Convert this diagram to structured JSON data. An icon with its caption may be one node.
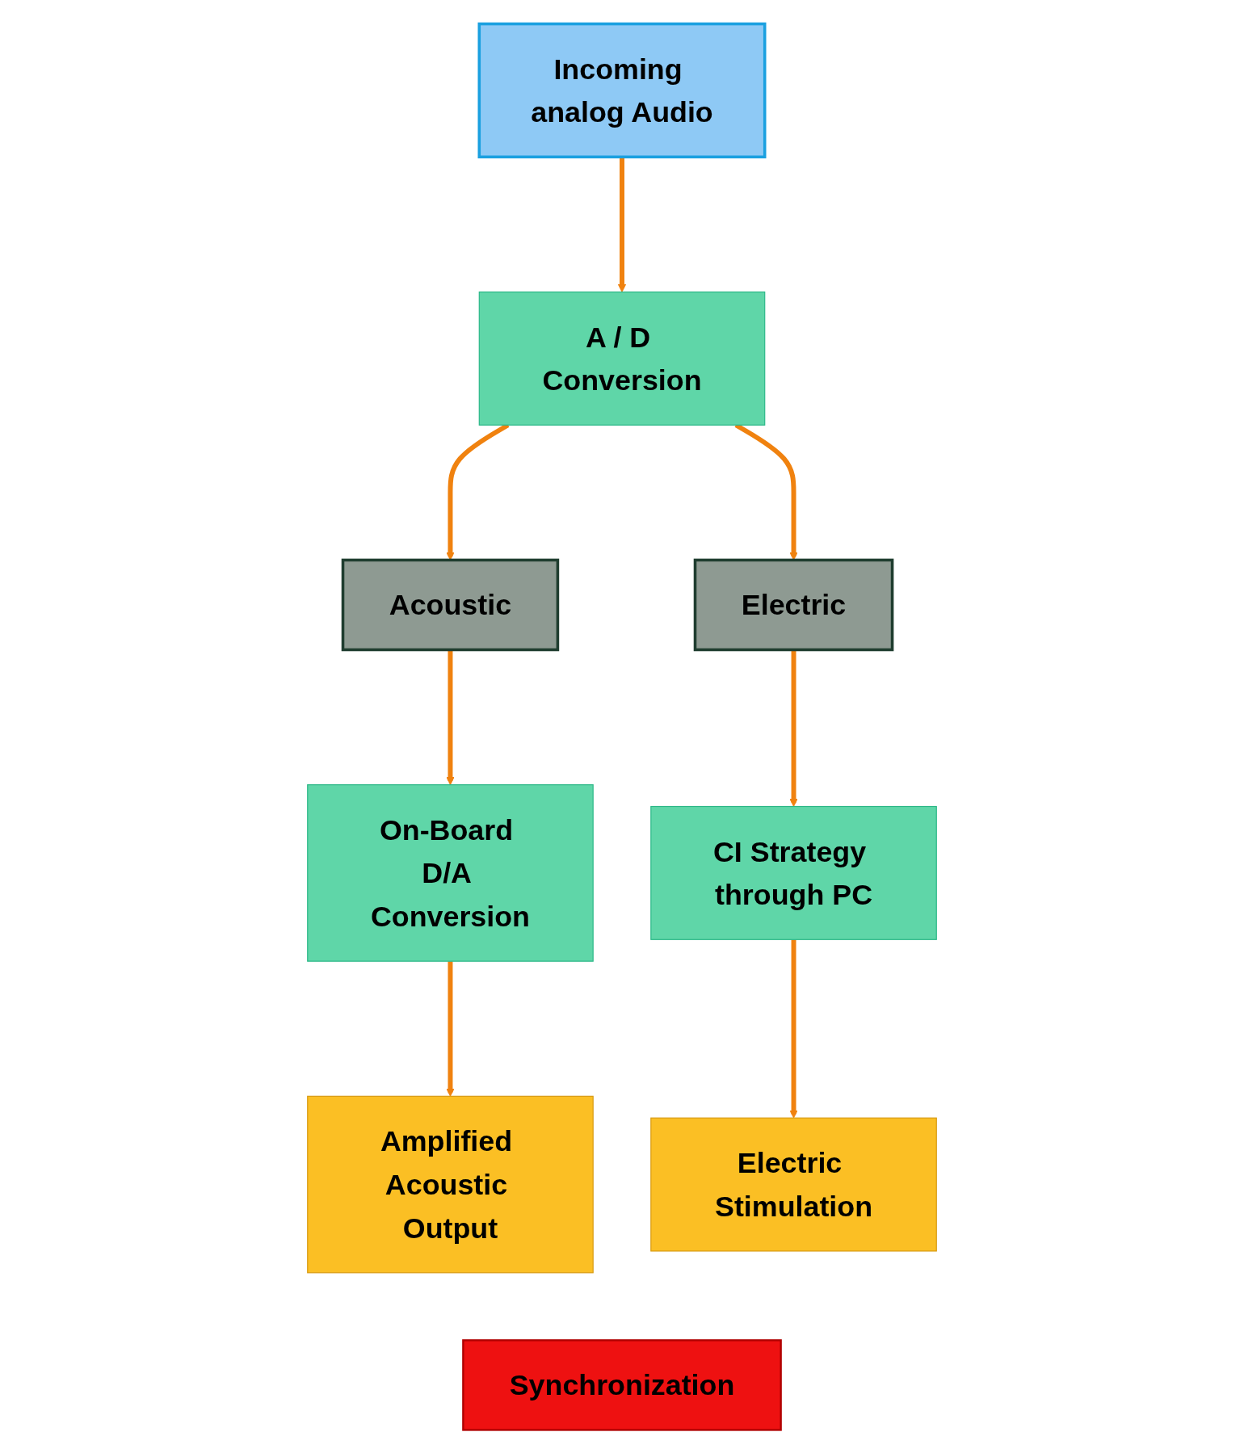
{
  "diagram": {
    "nodes": [
      {
        "text": [
          "Incoming analog Audio"
        ]
      },
      {
        "text": [
          "A / D Conversion"
        ]
      },
      {
        "text": [
          "Acoustic"
        ]
      },
      {
        "text": [
          "Electric"
        ]
      },
      {
        "text": [
          "On-Board D/A Conversion"
        ]
      },
      {
        "text": [
          "CI Strategy through PC"
        ]
      },
      {
        "text": [
          "Amplified Acoustic Output"
        ]
      },
      {
        "text": [
          "Electric Stimulation"
        ]
      },
      {
        "text": [
          "Synchronization"
        ]
      }
    ],
    "edges": [
      {
        "from": 0,
        "to": 1,
        "arrow": "to"
      },
      {
        "from": 1,
        "to": 2,
        "arrow": "to"
      },
      {
        "from": 1,
        "to": 3,
        "arrow": "to"
      },
      {
        "from": 2,
        "to": 4,
        "arrow": "to"
      },
      {
        "from": 3,
        "to": 5,
        "arrow": "to"
      },
      {
        "from": 4,
        "to": 6,
        "arrow": "to"
      },
      {
        "from": 5,
        "to": 7,
        "arrow": "to"
      }
    ]
  }
}
